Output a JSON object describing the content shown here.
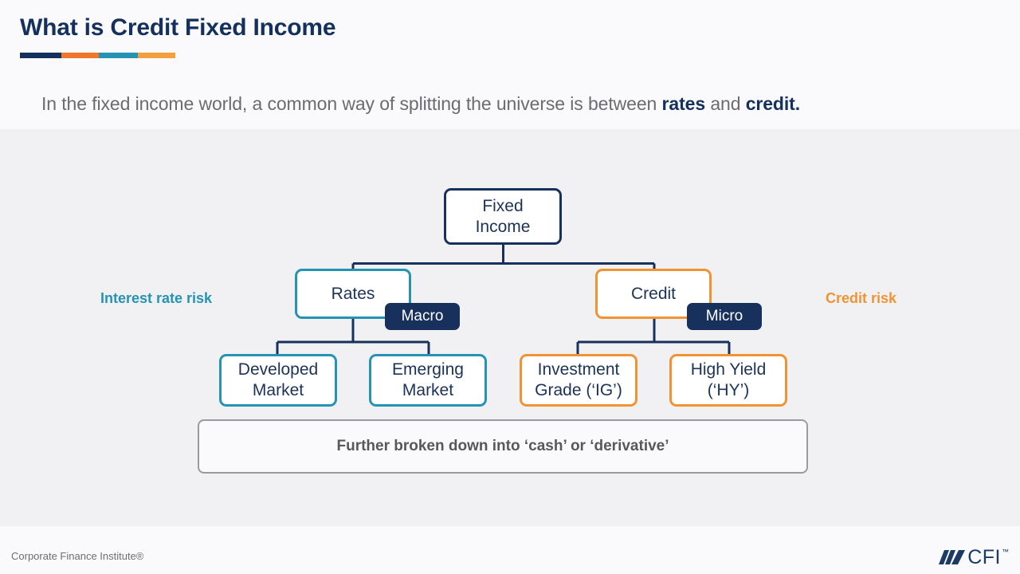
{
  "header": {
    "title": "What is Credit Fixed Income",
    "accent_segments": [
      "#14305c",
      "#f0762b",
      "#2594b4",
      "#f3a03c"
    ],
    "subtitle_parts": [
      {
        "text": "In the fixed income world, a common way of splitting the universe is between ",
        "bold": false
      },
      {
        "text": "rates",
        "bold": true
      },
      {
        "text": " and ",
        "bold": false
      },
      {
        "text": "credit.",
        "bold": true
      }
    ]
  },
  "diagram": {
    "root": {
      "label": "Fixed\nIncome",
      "line1": "Fixed",
      "line2": "Income",
      "border_color": "#17305c"
    },
    "branches": [
      {
        "label": "Rates",
        "border_color": "#2594b4",
        "badge": "Macro",
        "badge_color": "#17305c",
        "side_label": "Interest rate risk",
        "side_label_color": "#2594b4",
        "children": [
          {
            "line1": "Developed",
            "line2": "Market",
            "border_color": "#2594b4"
          },
          {
            "line1": "Emerging",
            "line2": "Market",
            "border_color": "#2594b4"
          }
        ]
      },
      {
        "label": "Credit",
        "border_color": "#f09433",
        "badge": "Micro",
        "badge_color": "#17305c",
        "side_label": "Credit risk",
        "side_label_color": "#f09433",
        "children": [
          {
            "line1": "Investment",
            "line2": "Grade (‘IG’)",
            "border_color": "#f09433"
          },
          {
            "line1": "High Yield",
            "line2": "(‘HY’)",
            "border_color": "#f09433"
          }
        ]
      }
    ],
    "callout": "Further broken down into ‘cash’ or ‘derivative’",
    "connector_color": "#17305c"
  },
  "footer": {
    "copyright": "Corporate Finance Institute®",
    "logo_text": "CFI",
    "logo_tm": "™",
    "logo_color": "#1b3a64"
  }
}
